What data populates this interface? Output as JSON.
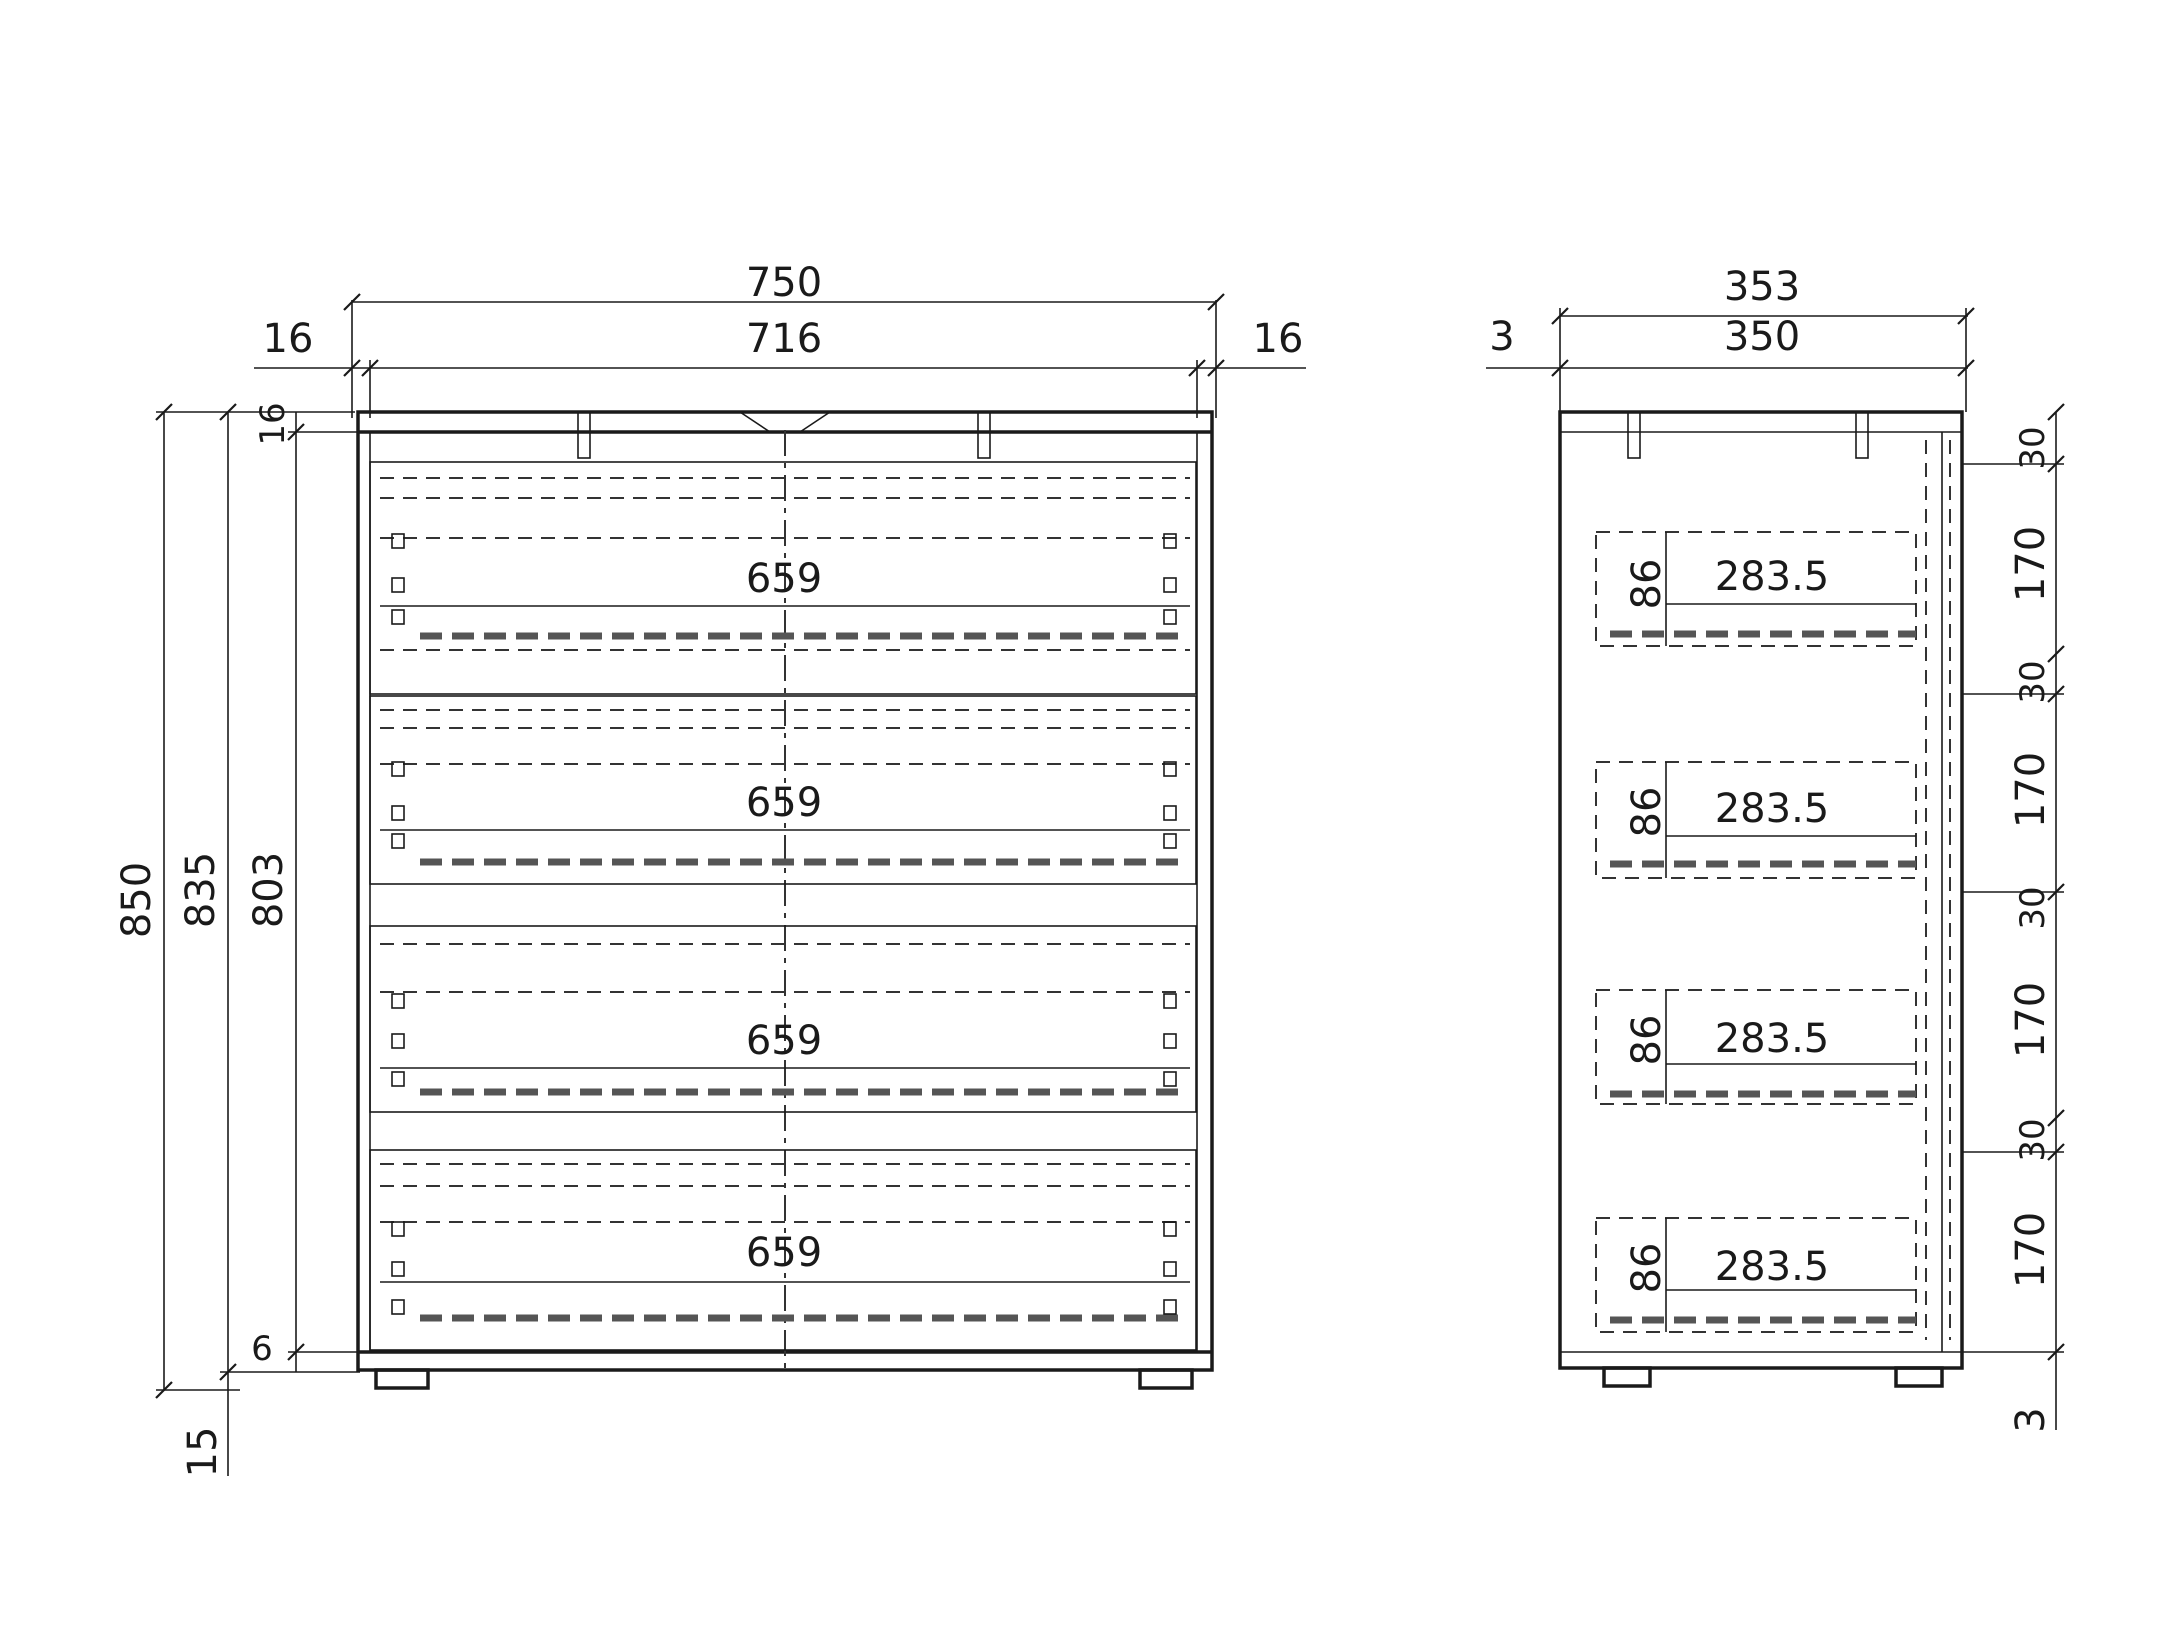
{
  "front_view": {
    "overall_width": "750",
    "inner_width": "716",
    "side_left": "16",
    "side_right": "16",
    "top_thickness": "16",
    "overall_height": "850",
    "body_height": "835",
    "inner_height": "803",
    "bottom_gap": "6",
    "foot_height": "15",
    "drawer_widths": [
      "659",
      "659",
      "659",
      "659"
    ]
  },
  "side_view": {
    "overall_depth": "353",
    "carcass_depth": "350",
    "front_offset": "3",
    "drawer_depths": [
      "283.5",
      "283.5",
      "283.5",
      "283.5"
    ],
    "drawer_heights": [
      "86",
      "86",
      "86",
      "86"
    ],
    "drawer_fronts": [
      "170",
      "170",
      "170",
      "170"
    ],
    "gaps": [
      "30",
      "30",
      "30",
      "30"
    ],
    "foot_gap": "3"
  }
}
